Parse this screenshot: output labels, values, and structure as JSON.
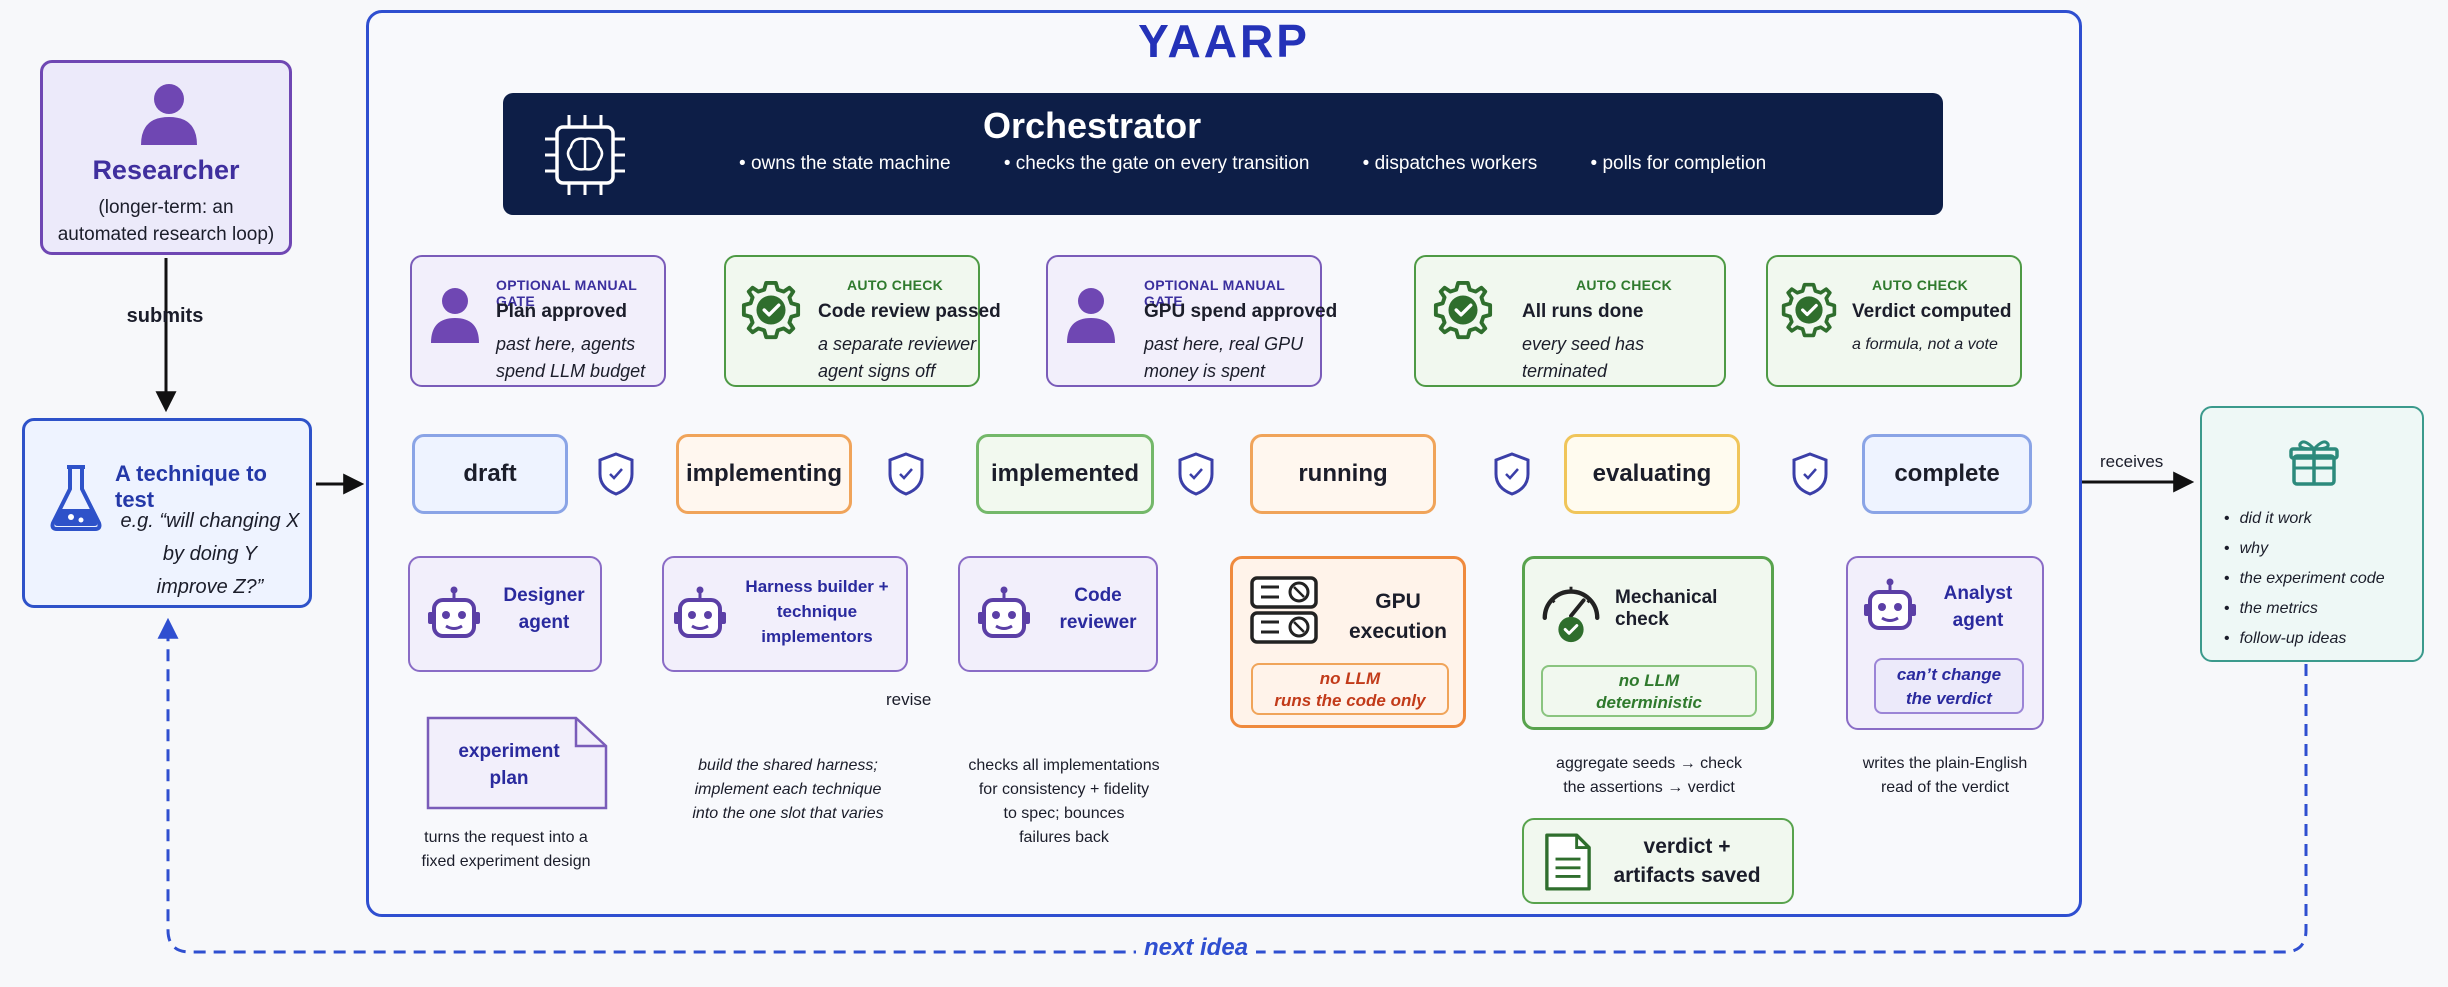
{
  "researcher": {
    "name": "Researcher",
    "subtitle_line1": "(longer-term: an",
    "subtitle_line2": "automated research loop)"
  },
  "submits_label": "submits",
  "technique": {
    "title": "A technique to test",
    "example_line1": "e.g. “will changing X",
    "example_line2": "by doing Y",
    "example_line3": "improve Z?”"
  },
  "system": {
    "title": "YAARP",
    "orchestrator": {
      "title": "Orchestrator",
      "bullets": [
        "owns the state machine",
        "checks the gate on every transition",
        "dispatches workers",
        "polls for completion"
      ]
    }
  },
  "gates": [
    {
      "kind": "OPTIONAL MANUAL GATE",
      "title": "Plan approved",
      "desc_line1": "past here, agents",
      "desc_line2": "spend LLM budget"
    },
    {
      "kind": "AUTO CHECK",
      "title": "Code review passed",
      "desc_line1": "a separate reviewer",
      "desc_line2": "agent signs off"
    },
    {
      "kind": "OPTIONAL MANUAL GATE",
      "title": "GPU spend approved",
      "desc_line1": "past here, real GPU",
      "desc_line2": "money is spent"
    },
    {
      "kind": "AUTO CHECK",
      "title": "All runs done",
      "desc_line1": "every seed has",
      "desc_line2": "terminated"
    },
    {
      "kind": "AUTO CHECK",
      "title": "Verdict computed",
      "desc_line1": "a formula, not a vote",
      "desc_line2": ""
    }
  ],
  "states": [
    "draft",
    "implementing",
    "implemented",
    "running",
    "evaluating",
    "complete"
  ],
  "workers": {
    "designer": {
      "line1": "Designer",
      "line2": "agent"
    },
    "harness": {
      "line1": "Harness builder +",
      "line2": "technique",
      "line3": "implementors"
    },
    "reviewer": {
      "line1": "Code",
      "line2": "reviewer"
    },
    "gpu": {
      "line1": "GPU",
      "line2": "execution",
      "note_line1": "no LLM",
      "note_line2": "runs the code only"
    },
    "mechanical": {
      "title": "Mechanical check",
      "note_line1": "no LLM",
      "note_line2": "deterministic"
    },
    "analyst": {
      "line1": "Analyst",
      "line2": "agent",
      "note_line1": "can’t change",
      "note_line2": "the verdict"
    }
  },
  "revise_label": "revise",
  "experiment_plan": {
    "line1": "experiment",
    "line2": "plan"
  },
  "verdict_saved": {
    "line1": "verdict +",
    "line2": "artifacts saved"
  },
  "notes": {
    "designer": [
      "turns the request into a",
      "fixed experiment design"
    ],
    "harness": [
      "build the shared harness;",
      "implement each technique",
      "into the one slot that varies"
    ],
    "reviewer": [
      "checks all implementations",
      "for consistency + fidelity",
      "to spec; bounces",
      "failures back"
    ],
    "mechanical": [
      "aggregate seeds → check",
      "the assertions → verdict"
    ],
    "analyst": [
      "writes the plain-English",
      "read of the verdict"
    ]
  },
  "receives_label": "receives",
  "output": {
    "items": [
      "did it work",
      "why",
      "the experiment code",
      "the metrics",
      "follow-up ideas"
    ]
  },
  "next_idea_label": "next idea",
  "colors": {
    "system_border": "#2f4fd0",
    "orchestrator_bg": "#0d1e47",
    "manual_gate": "#7a5cb9",
    "auto_check": "#4e9a45",
    "gpu_border": "#ef8a3d",
    "no_llm_red": "#c23b1a",
    "output_border": "#3b9a8c"
  },
  "icons": [
    "person-icon",
    "flask-icon",
    "cpu-brain-icon",
    "gear-check-icon",
    "shield-icon",
    "robot-icon",
    "server-icon",
    "gauge-check-icon",
    "document-icon",
    "gift-icon"
  ]
}
